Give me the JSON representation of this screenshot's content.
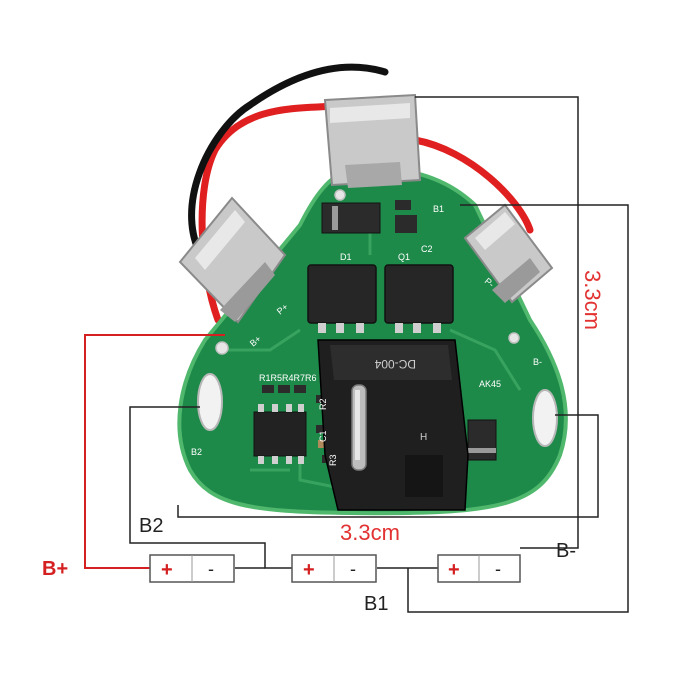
{
  "colors": {
    "background": "#ffffff",
    "pcb": "#1e8a4a",
    "pcb_edge": "#4fb86d",
    "wire_red": "#e02020",
    "wire_black": "#111111",
    "accent_red": "#d42020",
    "dimension_text": "#e23232",
    "line": "#222222"
  },
  "board": {
    "labels": {
      "b1": "B1",
      "c2": "C2",
      "d1": "D1",
      "q1": "Q1",
      "p_minus": "P-",
      "p_plus": "P+",
      "b_plus": "B+",
      "b_minus": "B-",
      "r_group": "R1R5R4R7R6",
      "r2": "R2",
      "r3": "R3",
      "c1": "C1",
      "model": "AK45",
      "b2": "B2",
      "connector": "DC-004",
      "connector_mark": "H"
    }
  },
  "annotations": {
    "dim_vertical": "3.3cm",
    "dim_horizontal": "3.3cm",
    "b_plus": "B+",
    "b_minus": "B-",
    "b1": "B1",
    "b2": "B2"
  },
  "cells": [
    {
      "plus": "+",
      "minus": "-"
    },
    {
      "plus": "+",
      "minus": "-"
    },
    {
      "plus": "+",
      "minus": "-"
    }
  ]
}
